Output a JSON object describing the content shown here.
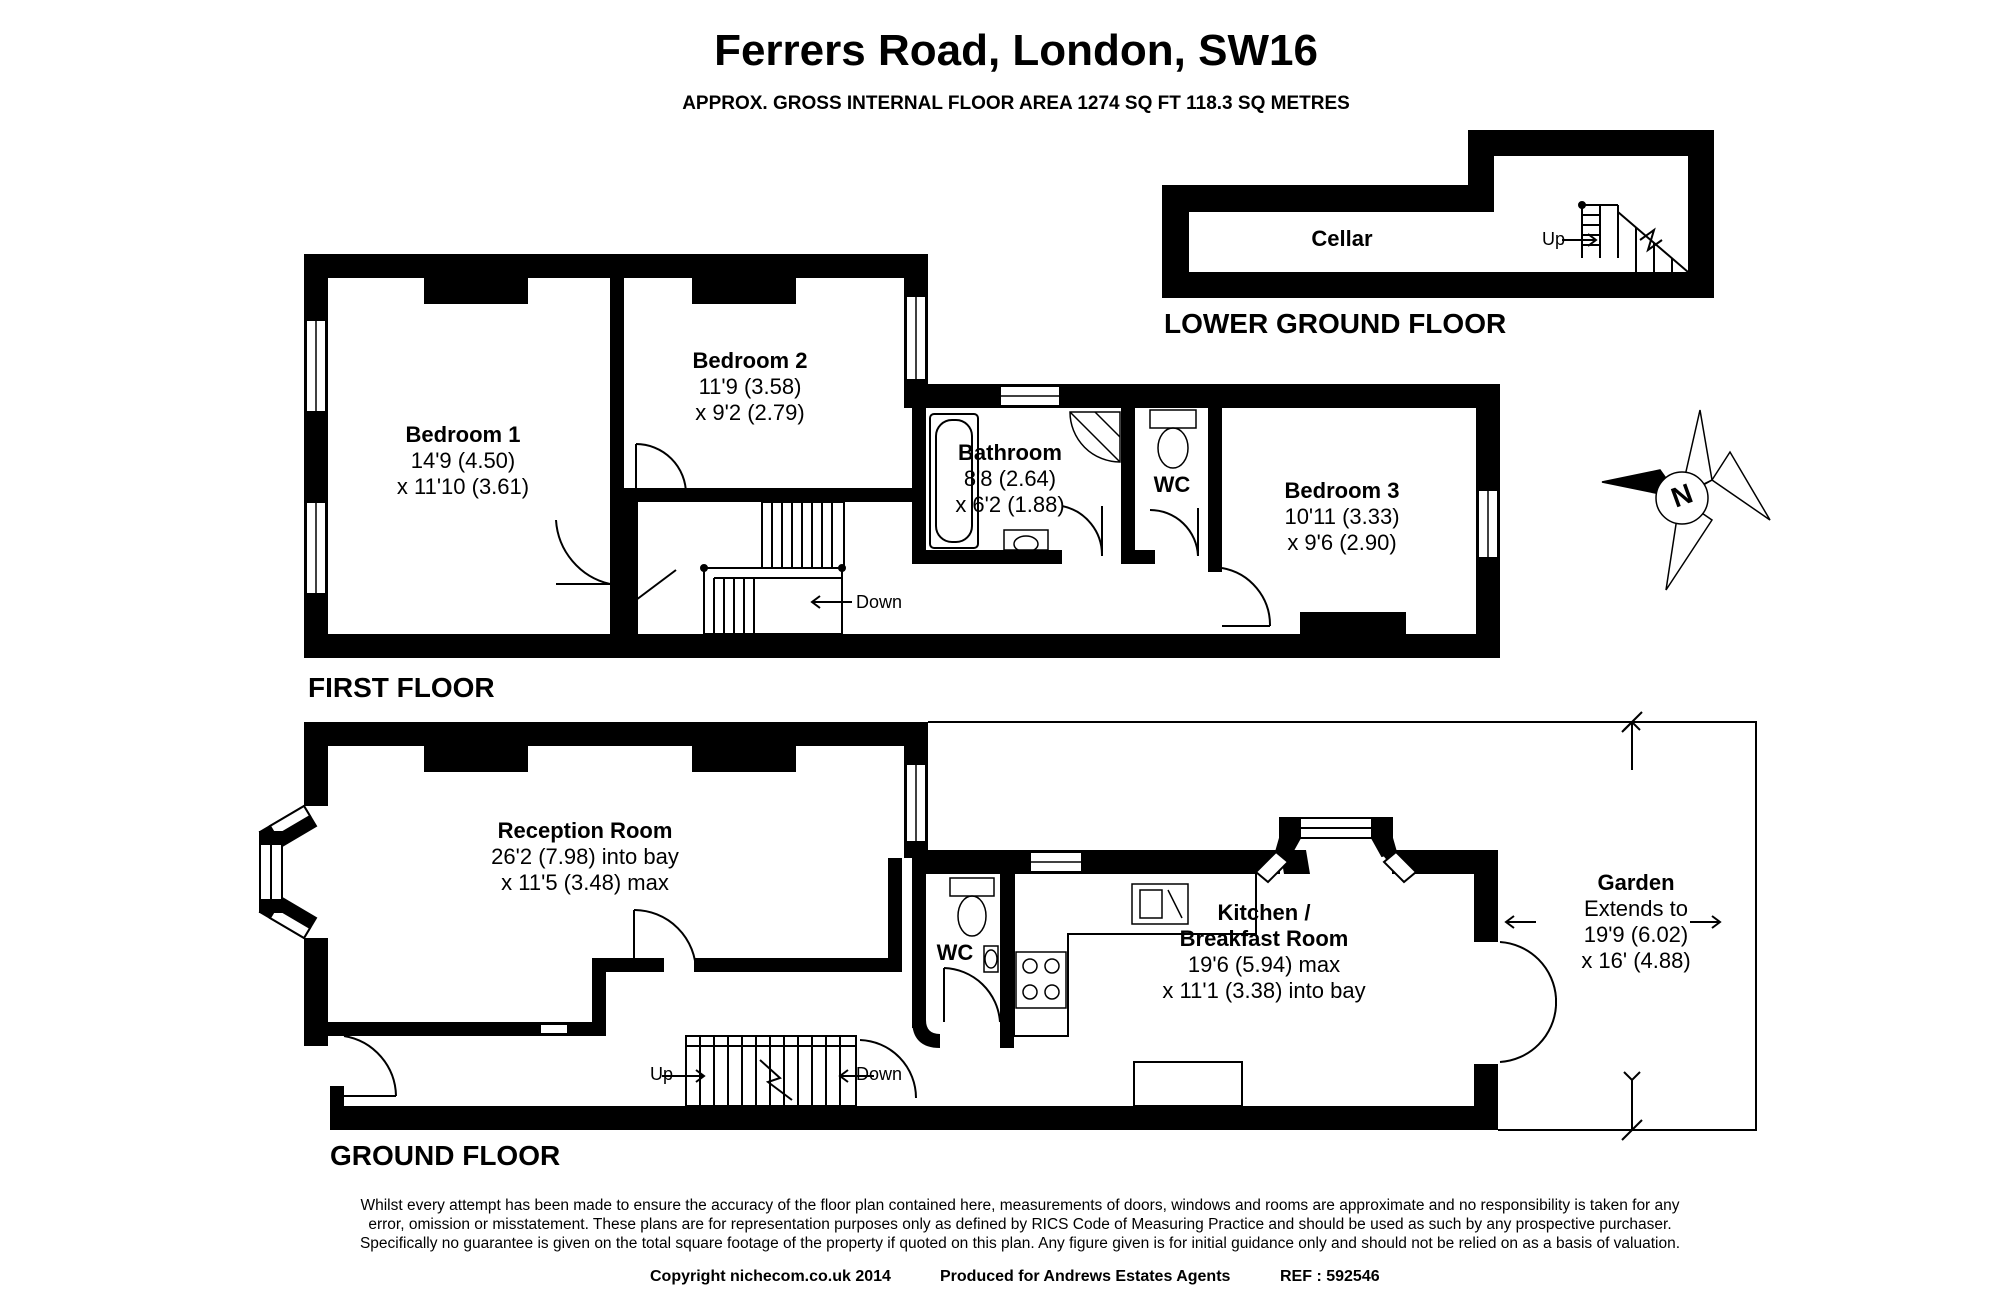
{
  "header": {
    "title": "Ferrers Road, London, SW16",
    "subtitle": "APPROX. GROSS INTERNAL FLOOR AREA 1274 SQ FT 118.3 SQ METRES"
  },
  "floors": {
    "lower_ground": "LOWER GROUND FLOOR",
    "first": "FIRST FLOOR",
    "ground": "GROUND FLOOR"
  },
  "rooms": {
    "cellar": {
      "name": "Cellar"
    },
    "bedroom1": {
      "name": "Bedroom 1",
      "dim1": "14'9 (4.50)",
      "dim2": "x 11'10 (3.61)"
    },
    "bedroom2": {
      "name": "Bedroom 2",
      "dim1": "11'9 (3.58)",
      "dim2": "x 9'2 (2.79)"
    },
    "bathroom": {
      "name": "Bathroom",
      "dim1": "8'8 (2.64)",
      "dim2": "x 6'2 (1.88)"
    },
    "wc_first": {
      "name": "WC"
    },
    "bedroom3": {
      "name": "Bedroom 3",
      "dim1": "10'11 (3.33)",
      "dim2": "x 9'6 (2.90)"
    },
    "reception": {
      "name": "Reception Room",
      "dim1": "26'2 (7.98) into bay",
      "dim2": "x 11'5 (3.48) max"
    },
    "wc_ground": {
      "name": "WC"
    },
    "kitchen": {
      "name1": "Kitchen /",
      "name2": "Breakfast Room",
      "dim1": "19'6 (5.94) max",
      "dim2": "x 11'1 (3.38) into bay"
    },
    "garden": {
      "name": "Garden",
      "dim0": "Extends to",
      "dim1": "19'9 (6.02)",
      "dim2": "x 16' (4.88)"
    }
  },
  "stairs": {
    "cellar_up": "Up",
    "first_down": "Down",
    "ground_up": "Up",
    "ground_down": "Down"
  },
  "compass": {
    "label": "N"
  },
  "disclaimer": {
    "line1": "Whilst every attempt has been made to ensure the accuracy of the floor plan contained here, measurements of doors, windows and rooms are approximate and no responsibility is taken for any",
    "line2": "error, omission or misstatement. These plans are for representation purposes only as defined by RICS Code of Measuring Practice and should be used as such by any prospective purchaser.",
    "line3": "Specifically no guarantee is given on the total square footage of the property if quoted on this plan. Any figure given is for initial guidance only and should not be relied on as a basis of valuation."
  },
  "footer": {
    "copyright": "Copyright nichecom.co.uk 2014",
    "produced": "Produced for Andrews Estates Agents",
    "ref": "REF : 592546"
  },
  "colors": {
    "wall": "#000000",
    "line": "#000000",
    "background": "#ffffff"
  },
  "icons": [
    "compass-icon",
    "stairs-icon",
    "door-icon",
    "window-icon",
    "toilet-icon",
    "bath-icon",
    "sink-icon",
    "hob-icon"
  ]
}
